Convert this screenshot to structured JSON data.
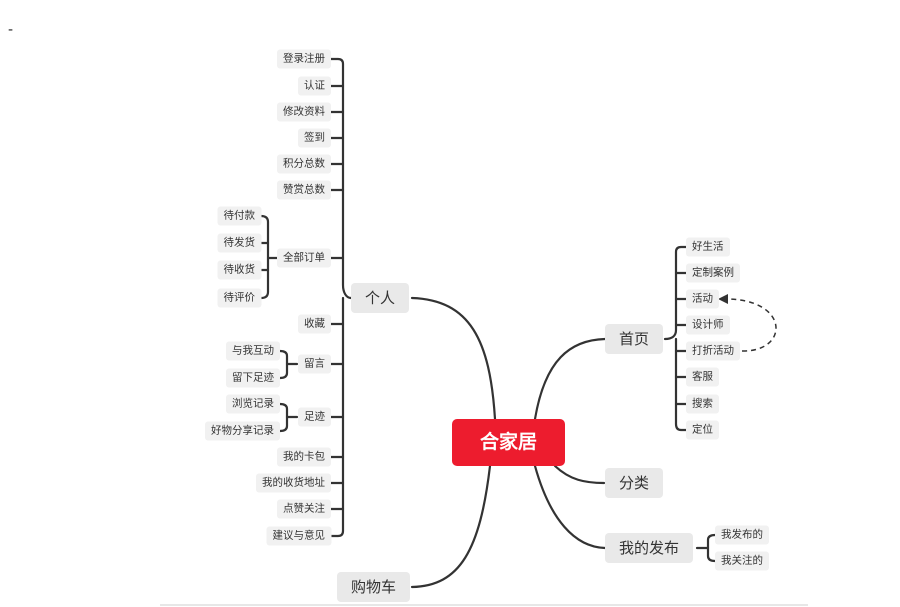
{
  "central": "合家居",
  "branches": {
    "personal": {
      "label": "个人",
      "items": [
        {
          "label": "登录注册"
        },
        {
          "label": "认证"
        },
        {
          "label": "修改资料"
        },
        {
          "label": "签到"
        },
        {
          "label": "积分总数"
        },
        {
          "label": "赞赏总数"
        },
        {
          "label": "全部订单",
          "children": [
            "待付款",
            "待发货",
            "待收货",
            "待评价"
          ]
        },
        {
          "label": "收藏"
        },
        {
          "label": "留言",
          "children": [
            "与我互动",
            "留下足迹"
          ]
        },
        {
          "label": "足迹",
          "children": [
            "浏览记录",
            "好物分享记录"
          ]
        },
        {
          "label": "我的卡包"
        },
        {
          "label": "我的收货地址"
        },
        {
          "label": "点赞关注"
        },
        {
          "label": "建议与意见"
        }
      ]
    },
    "cart": {
      "label": "购物车"
    },
    "home": {
      "label": "首页",
      "items": [
        "好生活",
        "定制案例",
        "活动",
        "设计师",
        "打折活动",
        "客服",
        "搜索",
        "定位"
      ]
    },
    "category": {
      "label": "分类"
    },
    "mine": {
      "label": "我的发布",
      "items": [
        "我发布的",
        "我关注的"
      ]
    }
  },
  "stray_mark": "-"
}
